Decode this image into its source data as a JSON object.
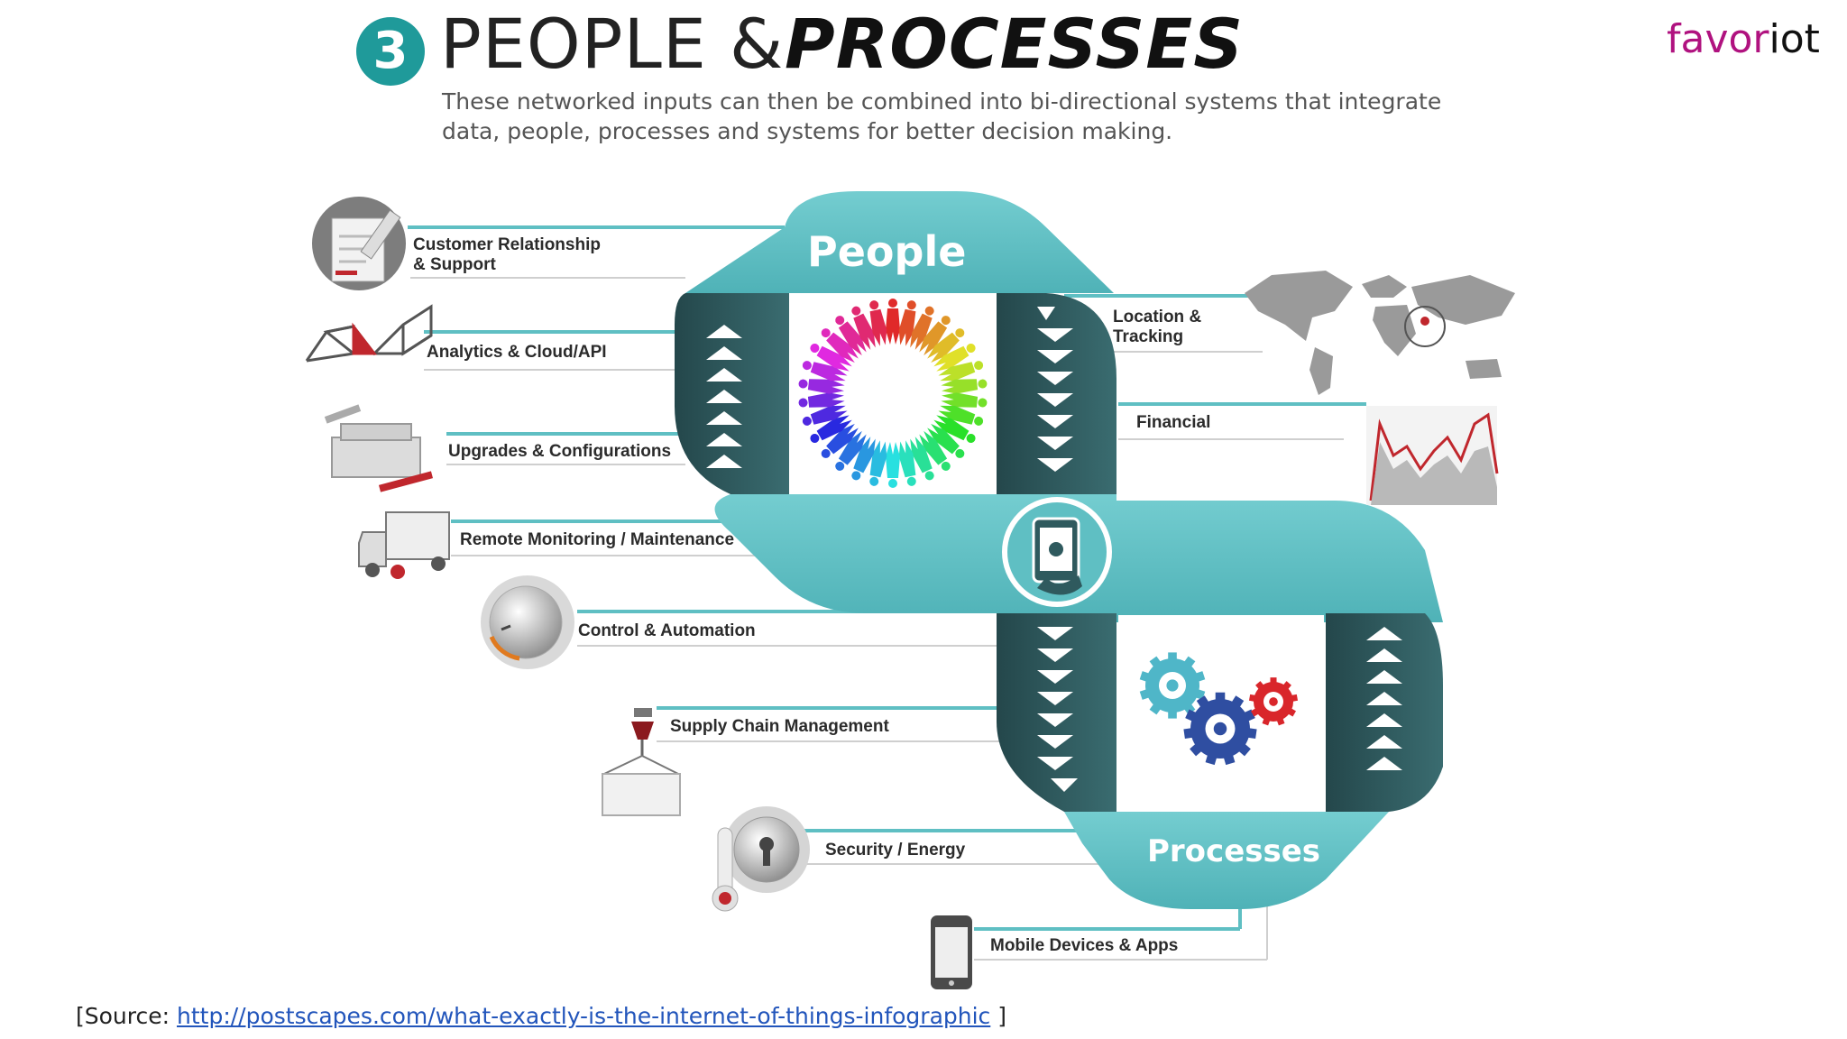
{
  "header": {
    "number": "3",
    "title_part1": "PEOPLE &",
    "title_part2": "PROCESSES",
    "subtitle": "These networked inputs can then be combined into bi-directional systems that integrate data, people, processes and systems for better decision making."
  },
  "brand": {
    "part1": "favor",
    "part2": "iot"
  },
  "bands": {
    "people": "People",
    "processes": "Processes"
  },
  "left_items": [
    {
      "label": "Customer Relationship\n& Support",
      "icon": "document-pen-icon"
    },
    {
      "label": "Analytics & Cloud/API",
      "icon": "network-mesh-icon"
    },
    {
      "label": "Upgrades & Configurations",
      "icon": "toolbox-icon"
    },
    {
      "label": "Remote Monitoring / Maintenance",
      "icon": "truck-icon"
    },
    {
      "label": "Control & Automation",
      "icon": "dial-knob-icon"
    },
    {
      "label": "Supply Chain Management",
      "icon": "crane-hook-crate-icon"
    },
    {
      "label": "Security / Energy",
      "icon": "lock-thermometer-icon"
    },
    {
      "label": "Mobile Devices & Apps",
      "icon": "smartphone-icon"
    }
  ],
  "right_items": [
    {
      "label": "Location &\nTracking",
      "icon": "world-map-icon"
    },
    {
      "label": "Financial",
      "icon": "stock-chart-icon"
    }
  ],
  "source": {
    "prefix": "[Source: ",
    "link": "http://postscapes.com/what-exactly-is-the-internet-of-things-infographic",
    "suffix": " ]"
  },
  "colors": {
    "teal": "#5fbfc3",
    "teal_dark": "#2f5a5e",
    "accent_number": "#1f9a9a",
    "brand_magenta": "#b0127f",
    "link": "#2255bb"
  }
}
